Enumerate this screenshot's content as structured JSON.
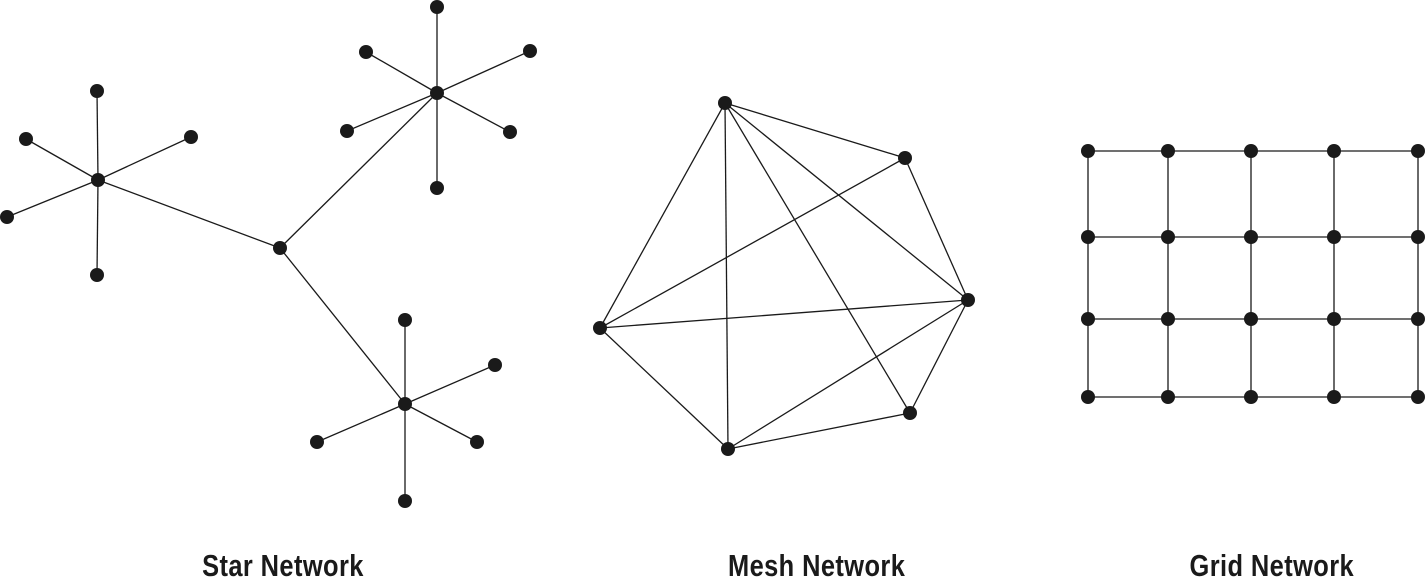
{
  "colors": {
    "node": "#1a1a1a",
    "edge": "#1a1a1a",
    "background": "#ffffff"
  },
  "star": {
    "label": "Star Network",
    "hubs": 3,
    "leaves_per_hub": [
      5,
      6,
      5
    ],
    "connector_nodes": 1
  },
  "mesh": {
    "label": "Mesh Network",
    "nodes": [
      "A",
      "B",
      "C",
      "D",
      "E",
      "F"
    ],
    "edges": [
      [
        "A",
        "B"
      ],
      [
        "A",
        "F"
      ],
      [
        "A",
        "E"
      ],
      [
        "A",
        "D"
      ],
      [
        "A",
        "C"
      ],
      [
        "B",
        "F"
      ],
      [
        "B",
        "C"
      ],
      [
        "C",
        "F"
      ],
      [
        "C",
        "D"
      ],
      [
        "C",
        "E"
      ],
      [
        "F",
        "E"
      ],
      [
        "E",
        "D"
      ]
    ]
  },
  "grid": {
    "label": "Grid Network",
    "columns": 5,
    "rows": 4
  }
}
